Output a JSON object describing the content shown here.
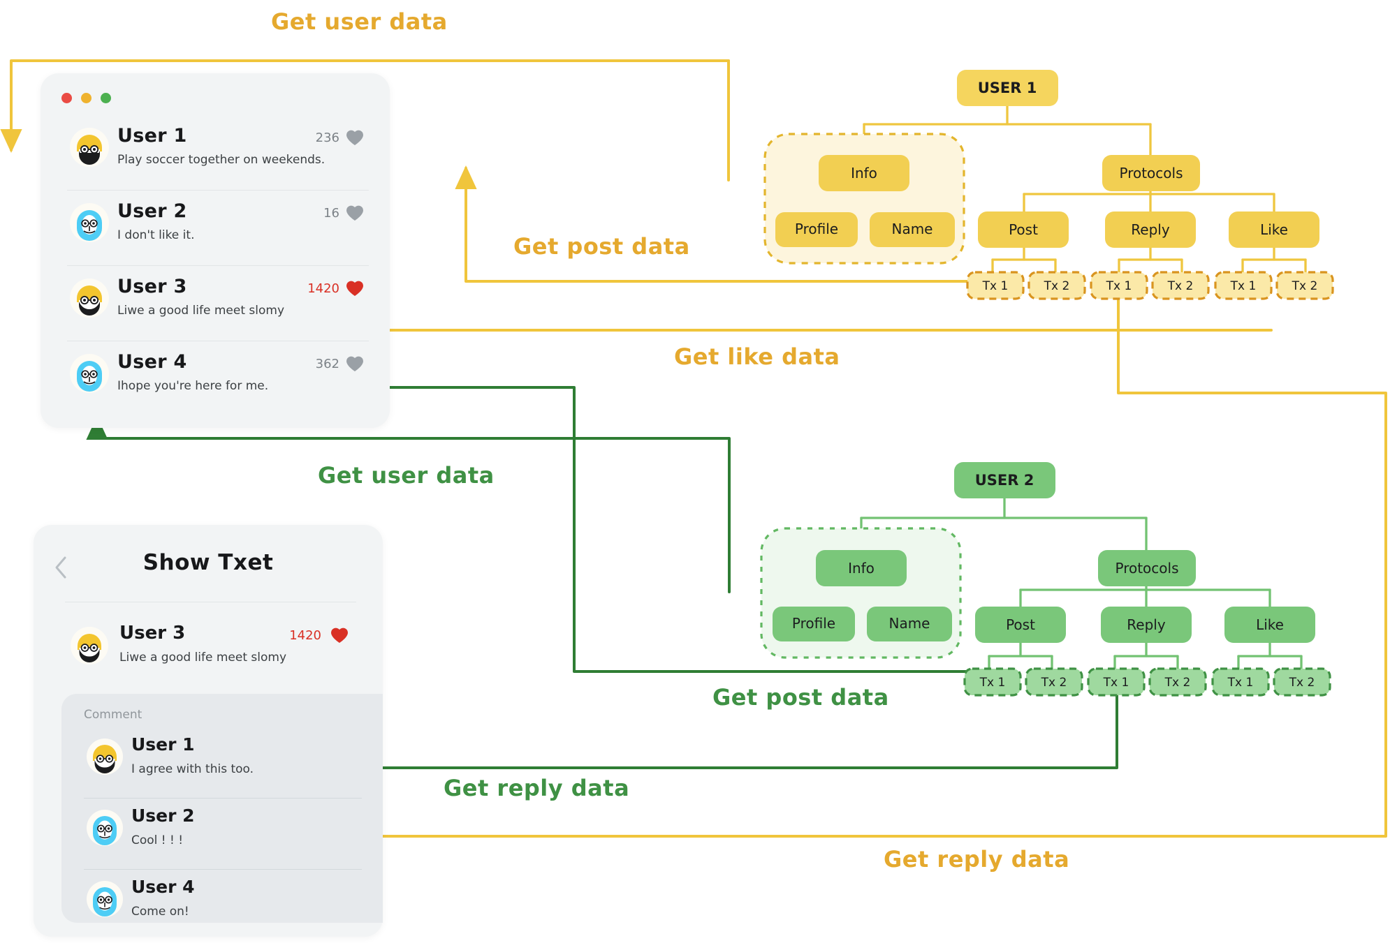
{
  "feed_window": {
    "name": "social-feed-window",
    "traffic_lights": [
      "close",
      "minimize",
      "maximize"
    ],
    "posts": [
      {
        "user": "User 1",
        "text": "Play soccer together on weekends.",
        "likes": "236",
        "liked": false
      },
      {
        "user": "User 2",
        "text": "I don't like it.",
        "likes": "16",
        "liked": false
      },
      {
        "user": "User 3",
        "text": "Liwe a good life meet slomy",
        "likes": "1420",
        "liked": true
      },
      {
        "user": "User 4",
        "text": "Ihope you're here for me.",
        "likes": "362",
        "liked": false
      }
    ]
  },
  "detail_window": {
    "back_label": "‹",
    "title": "Show Txet",
    "post": {
      "user": "User 3",
      "text": "Liwe a good life meet slomy",
      "likes": "1420",
      "liked": true
    },
    "comment_label": "Comment",
    "comments": [
      {
        "user": "User 1",
        "text": "I agree with this too."
      },
      {
        "user": "User 2",
        "text": "Cool ! ! !"
      },
      {
        "user": "User 4",
        "text": "Come on!"
      }
    ]
  },
  "annotations": [
    {
      "id": "ann-get-user-data-yellow",
      "text": "Get user data",
      "color": "#e5a92e",
      "tone": "yellow"
    },
    {
      "id": "ann-get-post-data-yellow",
      "text": "Get post data",
      "color": "#e5a92e",
      "tone": "yellow"
    },
    {
      "id": "ann-get-like-data-yellow",
      "text": "Get like data",
      "color": "#e5a92e",
      "tone": "yellow"
    },
    {
      "id": "ann-get-user-data-green",
      "text": "Get user data",
      "color": "#3f9144",
      "tone": "green"
    },
    {
      "id": "ann-get-post-data-green",
      "text": "Get post data",
      "color": "#3f9144",
      "tone": "green"
    },
    {
      "id": "ann-get-reply-data-green",
      "text": "Get reply data",
      "color": "#3f9144",
      "tone": "green"
    },
    {
      "id": "ann-get-reply-data-yellow",
      "text": "Get reply data",
      "color": "#e5a92e",
      "tone": "yellow"
    }
  ],
  "trees": [
    {
      "id": "tree-user-1",
      "root": "USER 1",
      "accent": "#f2cf52",
      "accent_dark": "#d9941f",
      "group_label": "Info",
      "group_children": [
        "Profile",
        "Name"
      ],
      "branch": "Protocols",
      "protocols": [
        {
          "label": "Post",
          "tx": [
            "Tx 1",
            "Tx 2"
          ]
        },
        {
          "label": "Reply",
          "tx": [
            "Tx 1",
            "Tx 2"
          ]
        },
        {
          "label": "Like",
          "tx": [
            "Tx 1",
            "Tx 2"
          ]
        }
      ]
    },
    {
      "id": "tree-user-2",
      "root": "USER 2",
      "accent": "#7ac77a",
      "accent_dark": "#3f9144",
      "group_label": "Info",
      "group_children": [
        "Profile",
        "Name"
      ],
      "branch": "Protocols",
      "protocols": [
        {
          "label": "Post",
          "tx": [
            "Tx 1",
            "Tx 2"
          ]
        },
        {
          "label": "Reply",
          "tx": [
            "Tx 1",
            "Tx 2"
          ]
        },
        {
          "label": "Like",
          "tx": [
            "Tx 1",
            "Tx 2"
          ]
        }
      ]
    }
  ],
  "colors": {
    "yellow_line": "#f0c53c",
    "green_line": "#3f9144",
    "yellow_node": "#f5d55e",
    "yellow_node_soft": "#fbe9a8",
    "yellow_group_bg": "#fdf5dd",
    "green_node": "#7ac77a",
    "green_node_soft": "#9fd99f",
    "green_group_bg": "#eef8ee",
    "heart_gray": "#9aa0a6",
    "heart_red": "#d93025"
  }
}
